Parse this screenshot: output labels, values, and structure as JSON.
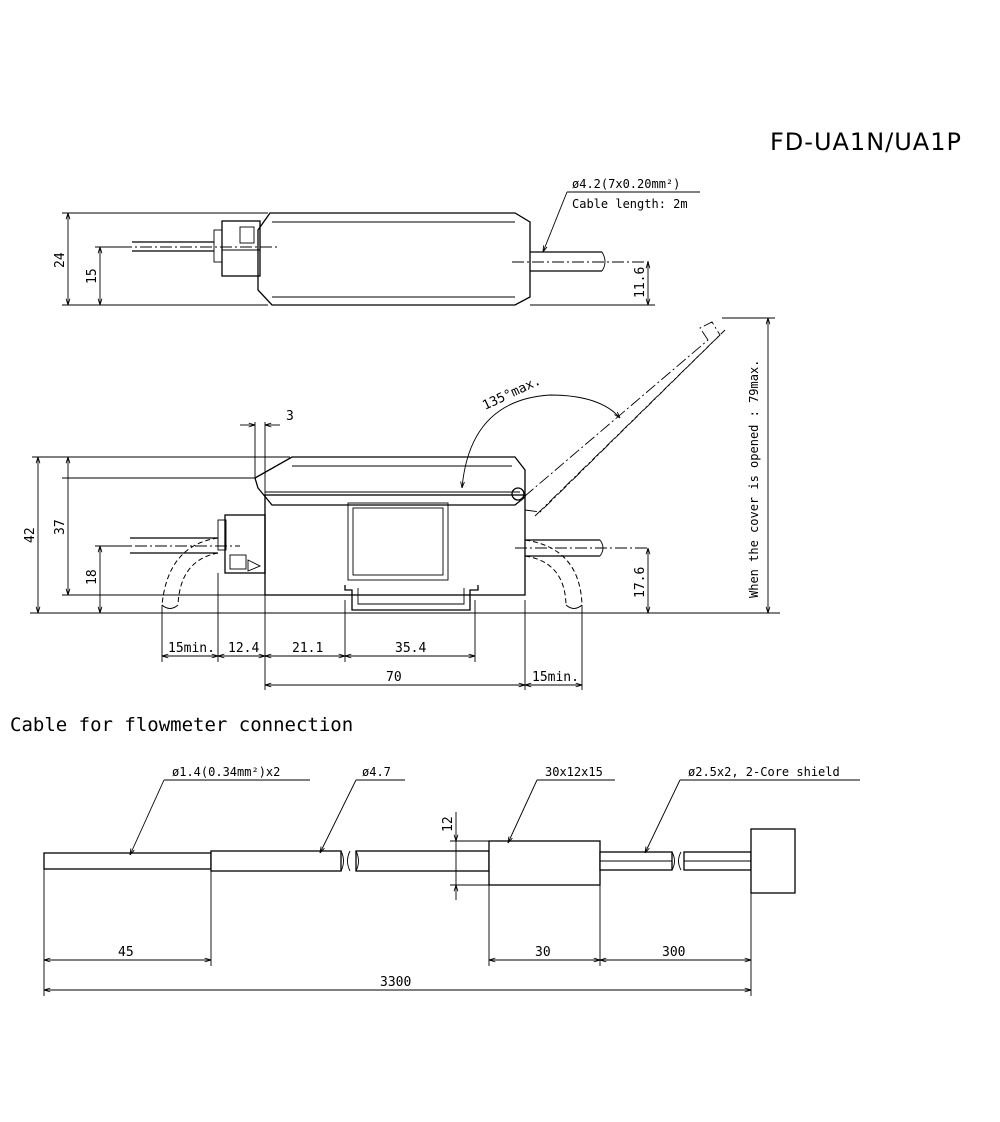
{
  "title": "FD-UA1N/UA1P",
  "top_view": {
    "cable_callout_line1": "ø4.2(7x0.20mm²)",
    "cable_callout_line2": "Cable length: 2m",
    "dims": {
      "height_24": "24",
      "height_15": "15",
      "height_11_6": "11.6"
    }
  },
  "side_view": {
    "dims": {
      "d3": "3",
      "d42": "42",
      "d37": "37",
      "d18": "18",
      "d17_6": "17.6",
      "d15min_left": "15min.",
      "d12_4": "12.4",
      "d21_1": "21.1",
      "d35_4": "35.4",
      "d70": "70",
      "d15min_right": "15min."
    },
    "angle_label": "135°max.",
    "cover_note": "When the cover is opened : 79max."
  },
  "cable_section": {
    "heading": "Cable for flowmeter connection",
    "callouts": {
      "wire": "ø1.4(0.34mm²)x2",
      "sheath": "ø4.7",
      "block": "30x12x15",
      "shield": "ø2.5x2, 2-Core shield"
    },
    "dims": {
      "d12": "12",
      "d45": "45",
      "d30": "30",
      "d300": "300",
      "d3300": "3300"
    }
  }
}
